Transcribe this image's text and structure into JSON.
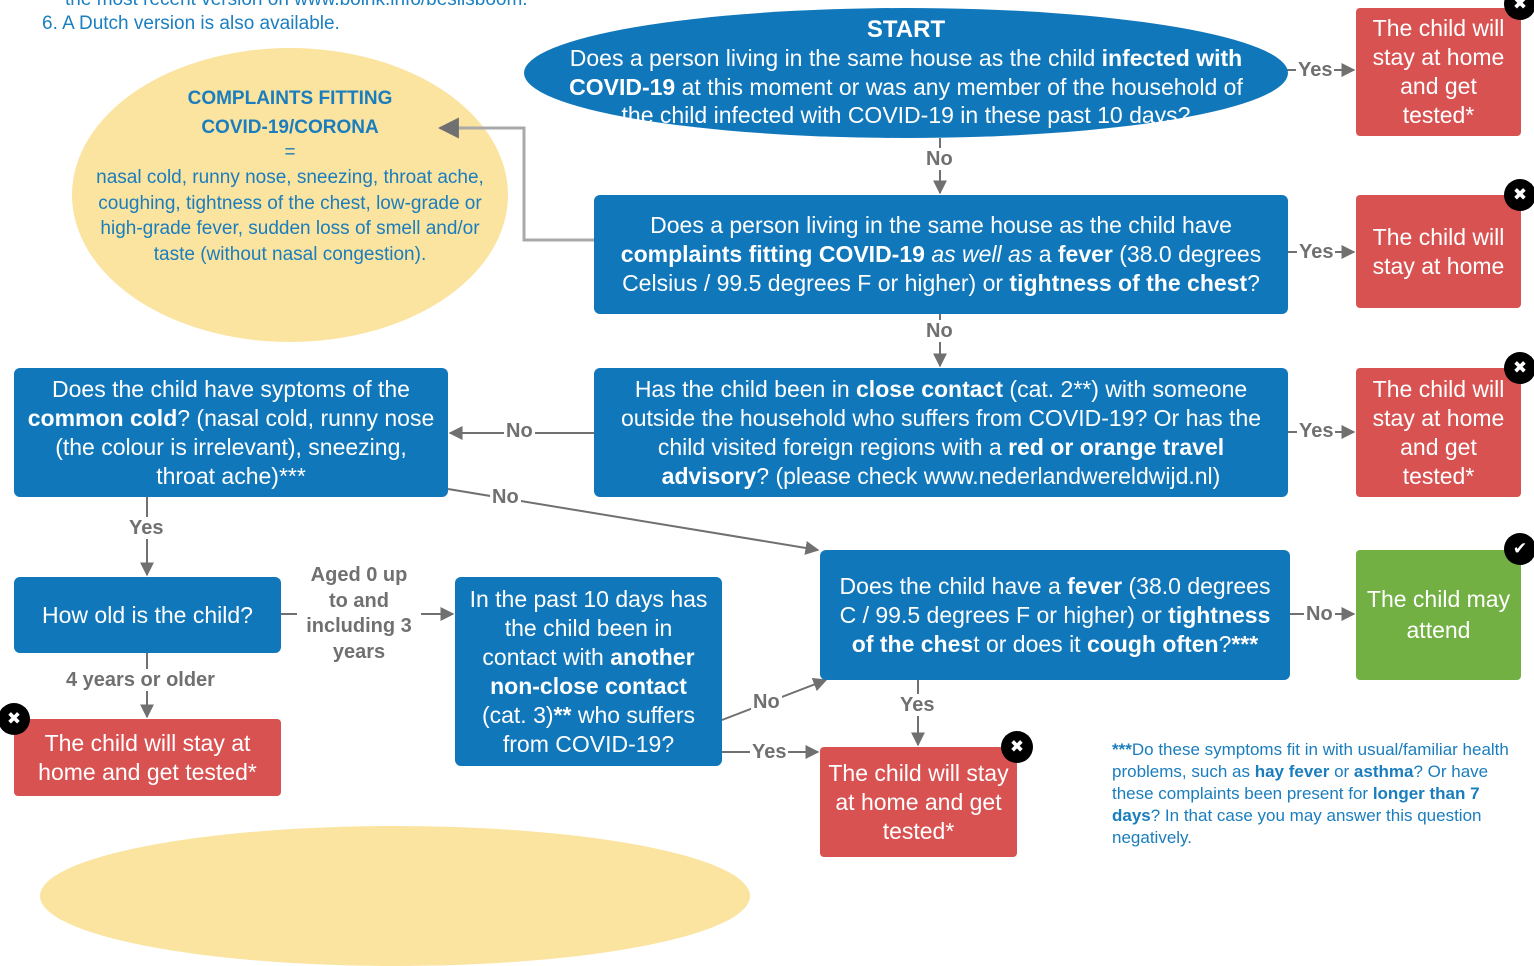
{
  "intro": {
    "item5": "the most recent version on  www.boink.info/beslisboom.",
    "item6": "6. A Dutch version is also available."
  },
  "start": {
    "title": "START",
    "text_html": "Does a person living in the same house as the child <b>infected with COVID-19</b> at this moment or was any member of the household of the child infected with COVID-19 in these past 10 days?"
  },
  "q2": {
    "text_html": "Does a person living in the same house as the child have <b>complaints fitting COVID-19</b> <i>as well as</i> a <b>fever</b> (38.0 degrees Celsius / 99.5 degrees F or higher) or <b>tightness of the chest</b>?"
  },
  "q3": {
    "text_html": "Has the child been in <b>close contact</b> (cat. 2**) with someone outside the household who suffers from COVID-19? Or has the child visited foreign regions with a <b>red or orange travel advisory</b>? (please check www.nederlandwereldwijd.nl)"
  },
  "q_cold": {
    "text_html": "Does the child have syptoms of the <b>common cold</b>? (nasal cold, runny nose (the colour is irrelevant), sneezing, throat ache)***"
  },
  "q_age": {
    "text": "How old is the child?"
  },
  "q_contact": {
    "text_html": "In the past 10 days has the child been in contact with <b>another non-close contact</b> (cat. 3)<b>**</b> who suffers from COVID-19?"
  },
  "q_fever": {
    "text_html": "Does the child have a <b>fever</b> (38.0 degrees C / 99.5 degrees F or higher) or <b>tightness of the ches</b>t or does it <b>cough often</b>?<b>***</b>"
  },
  "outcomes": {
    "r1": "The child will stay at home and get tested*",
    "r2": "The child will stay at home",
    "r3": "The child will stay at home and get tested*",
    "green": "The child may attend",
    "r_age": "The child will stay at home and get tested*",
    "r_bottom": "The child will stay at home and get tested*"
  },
  "labels": {
    "yes": "Yes",
    "no": "No",
    "aged_young": "Aged 0 up to and including 3 years",
    "aged_old": "4 years or older"
  },
  "complaints": {
    "title_line1": "COMPLAINTS FITTING",
    "title_line2": "COVID-19/CORONA",
    "equals": "=",
    "body": "nasal cold, runny nose, sneezing, throat ache, coughing, tightness of the chest, low-grade or high-grade fever, sudden loss of smell and/or taste (without nasal congestion)."
  },
  "footnote": {
    "text_html": "<b>***</b>Do these symptoms fit in with usual/familiar health problems, such as <b>hay fever</b> or <b>asthma</b>? Or have these complaints been present for <b>longer than 7 days</b>? In that case you may answer this question negatively."
  },
  "icons": {
    "stay_home": "close-icon",
    "attend": "check-icon"
  },
  "colors": {
    "question": "#1177bb",
    "stay_home": "#d95252",
    "attend": "#72b043",
    "complaints_bg": "#fbe3a0",
    "arrow": "#707070"
  }
}
